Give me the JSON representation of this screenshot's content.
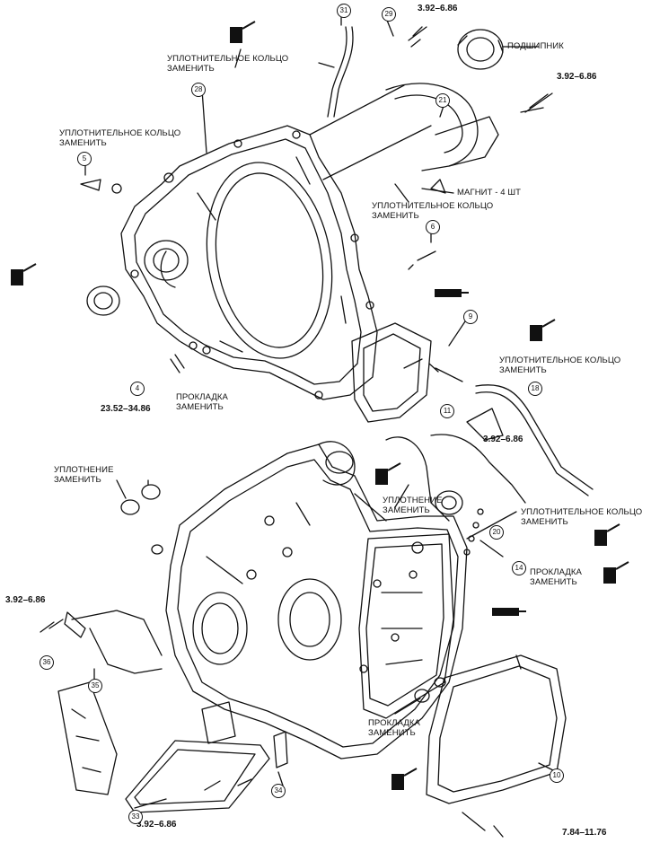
{
  "labels": {
    "seal_ring_replace_1": [
      "УПЛОТНИТЕЛЬНОЕ КОЛЬЦО",
      "ЗАМЕНИТЬ"
    ],
    "bearing": "ПОДШИПНИК",
    "seal_ring_replace_2": [
      "УПЛОТНИТЕЛЬНОЕ КОЛЬЦО",
      "ЗАМЕНИТЬ"
    ],
    "magnet": "МАГНИТ - 4 ШТ",
    "seal_ring_replace_3": [
      "УПЛОТНИТЕЛЬНОЕ КОЛЬЦО",
      "ЗАМЕНИТЬ"
    ],
    "seal_ring_replace_4": [
      "УПЛОТНИТЕЛЬНОЕ КОЛЬЦО",
      "ЗАМЕНИТЬ"
    ],
    "gasket_replace_1": [
      "ПРОКЛАДКА",
      "ЗАМЕНИТЬ"
    ],
    "seal_replace_1": [
      "УПЛОТНЕНИЕ",
      "ЗАМЕНИТЬ"
    ],
    "seal_replace_2": [
      "УПЛОТНЕНИЕ",
      "ЗАМЕНИТЬ"
    ],
    "seal_ring_replace_5": [
      "УПЛОТНИТЕЛЬНОЕ КОЛЬЦО",
      "ЗАМЕНИТЬ"
    ],
    "gasket_replace_2": [
      "ПРОКЛАДКА",
      "ЗАМЕНИТЬ"
    ],
    "gasket_replace_3": [
      "ПРОКЛАДКА",
      "ЗАМЕНИТЬ"
    ]
  },
  "torques": {
    "t1": "3.92–6.86",
    "t2": "3.92–6.86",
    "t3": "23.52–34.86",
    "t4": "3.92–6.86",
    "t5": "3.92–6.86",
    "t6": "3.92–6.86",
    "t7": "7.84–11.76"
  },
  "callouts": [
    "31",
    "29",
    "28",
    "21",
    "5",
    "6",
    "9",
    "4",
    "18",
    "11",
    "20",
    "14",
    "36",
    "35",
    "33",
    "34",
    "10"
  ],
  "icons": [
    "wrench-icon",
    "sealant-tube-icon"
  ]
}
